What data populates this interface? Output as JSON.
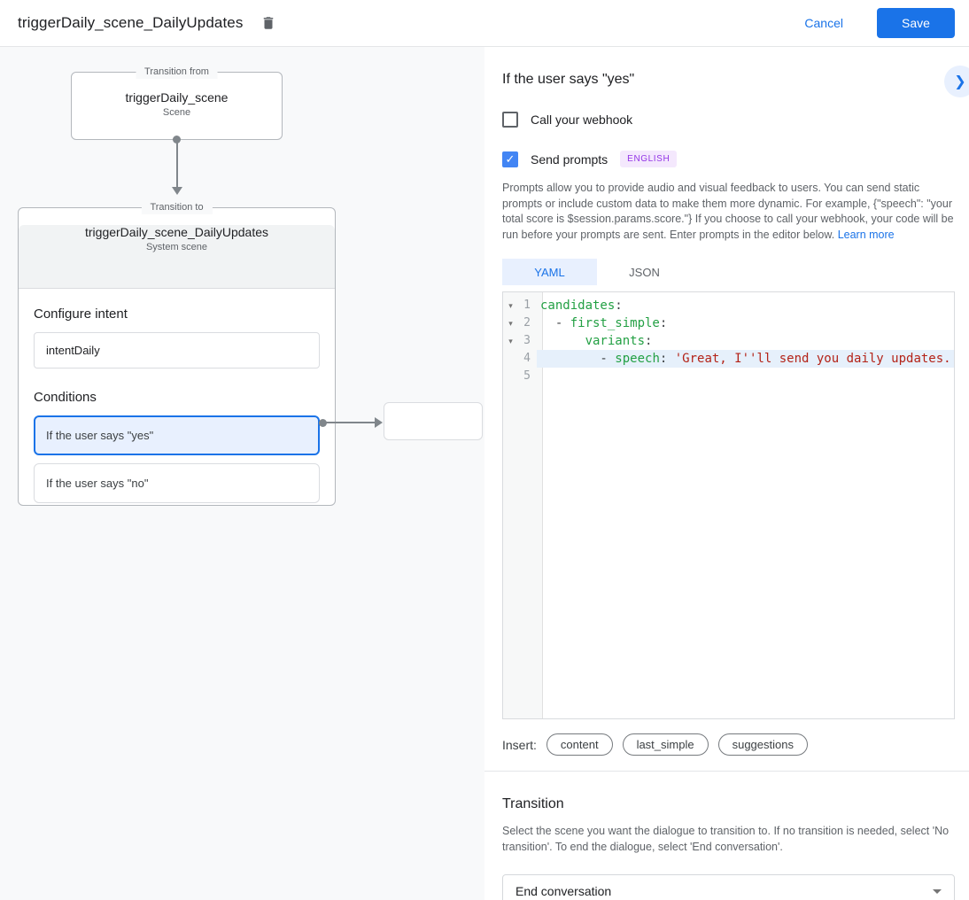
{
  "colors": {
    "accent": "#1a73e8",
    "selection_bg": "#e8f0fe",
    "checkbox_checked": "#4285f4",
    "badge_bg": "#f4e8fd",
    "badge_text": "#9334e6",
    "code_key": "#23a044",
    "code_string": "#b42318",
    "line_highlight_bg": "#e6f0fb",
    "canvas_bg": "#f8f9fa"
  },
  "icons": {
    "collapse_glyph": "❯",
    "check_glyph": "✓"
  },
  "header": {
    "title": "triggerDaily_scene_DailyUpdates",
    "cancel_label": "Cancel",
    "save_label": "Save"
  },
  "diagram": {
    "from_box": {
      "legend": "Transition from",
      "title": "triggerDaily_scene",
      "subtitle": "Scene"
    },
    "to_box": {
      "legend": "Transition to",
      "title": "triggerDaily_scene_DailyUpdates",
      "subtitle": "System scene",
      "configure_intent_label": "Configure intent",
      "intent_value": "intentDaily",
      "conditions_label": "Conditions",
      "conditions": [
        {
          "label": "If the user says \"yes\"",
          "selected": true
        },
        {
          "label": "If the user says \"no\"",
          "selected": false
        }
      ]
    }
  },
  "panel": {
    "title": "If the user says \"yes\"",
    "webhook_checkbox": {
      "label": "Call your webhook",
      "checked": false
    },
    "prompts_checkbox": {
      "label": "Send prompts",
      "checked": true,
      "badge": "ENGLISH"
    },
    "description": "Prompts allow you to provide audio and visual feedback to users. You can send static prompts or include custom data to make them more dynamic. For example, {\"speech\": \"your total score is $session.params.score.\"} If you choose to call your webhook, your code will be run before your prompts are sent. Enter prompts in the editor below.",
    "learn_more": "Learn more",
    "tabs": [
      {
        "label": "YAML",
        "active": true
      },
      {
        "label": "JSON",
        "active": false
      }
    ],
    "editor": {
      "gutter": [
        {
          "num": "1",
          "fold": "▾"
        },
        {
          "num": "2",
          "fold": "▾"
        },
        {
          "num": "3",
          "fold": "▾"
        },
        {
          "num": "4",
          "fold": ""
        },
        {
          "num": "5",
          "fold": ""
        }
      ],
      "lines": [
        {
          "segments": [
            {
              "text": "candidates",
              "type": "key"
            },
            {
              "text": ":",
              "type": "pun"
            }
          ]
        },
        {
          "segments": [
            {
              "text": "  - ",
              "type": "pun"
            },
            {
              "text": "first_simple",
              "type": "key"
            },
            {
              "text": ":",
              "type": "pun"
            }
          ]
        },
        {
          "segments": [
            {
              "text": "      ",
              "type": "pun"
            },
            {
              "text": "variants",
              "type": "key"
            },
            {
              "text": ":",
              "type": "pun"
            }
          ]
        },
        {
          "segments": [
            {
              "text": "        - ",
              "type": "pun"
            },
            {
              "text": "speech",
              "type": "key"
            },
            {
              "text": ": ",
              "type": "pun"
            },
            {
              "text": "'Great, I''ll send you daily updates.",
              "type": "str"
            }
          ],
          "highlight": true
        },
        {
          "segments": []
        }
      ]
    },
    "insert_label": "Insert:",
    "insert_chips": [
      "content",
      "last_simple",
      "suggestions"
    ],
    "transition": {
      "title": "Transition",
      "description": "Select the scene you want the dialogue to transition to. If no transition is needed, select 'No transition'. To end the dialogue, select 'End conversation'.",
      "value": "End conversation"
    }
  }
}
